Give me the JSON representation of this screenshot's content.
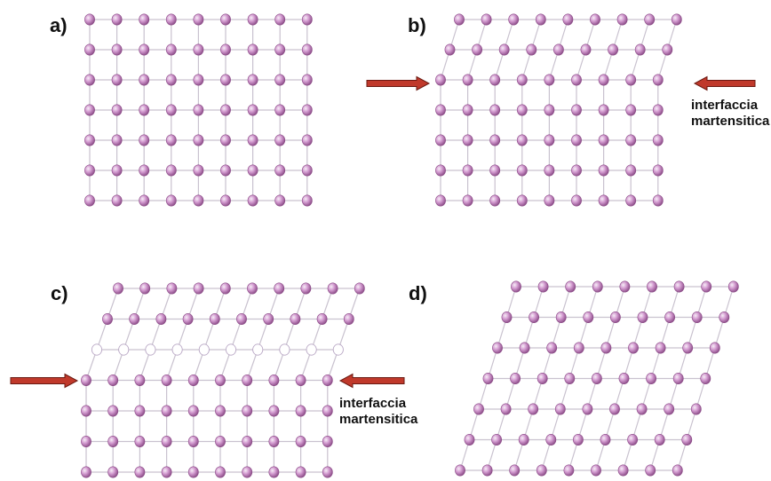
{
  "panels": [
    {
      "label": "a)",
      "rows": 7,
      "cols": 9,
      "state": "austenite"
    },
    {
      "label": "b)",
      "rows": 7,
      "cols": 9,
      "state": "interface-upper-sheared"
    },
    {
      "label": "c)",
      "rows": 7,
      "cols": 10,
      "state": "interface-moved-down"
    },
    {
      "label": "d)",
      "rows": 7,
      "cols": 9,
      "state": "fully-sheared"
    }
  ],
  "annotations": {
    "b": {
      "line1": "interfaccia",
      "line2": "martensitica"
    },
    "c": {
      "line1": "interfaccia",
      "line2": "martensitica"
    }
  },
  "arrow_icon": "right-arrow-icon / left-arrow-icon",
  "colors": {
    "atom_light": "#f2e4f2",
    "atom_mid": "#c98ac6",
    "atom_dark": "#8a4a86",
    "bond": "#c9c2cf",
    "arrow_fill": "#c0392b",
    "arrow_stroke": "#6b1a12",
    "vacancy_stroke": "#b8a6c4"
  }
}
